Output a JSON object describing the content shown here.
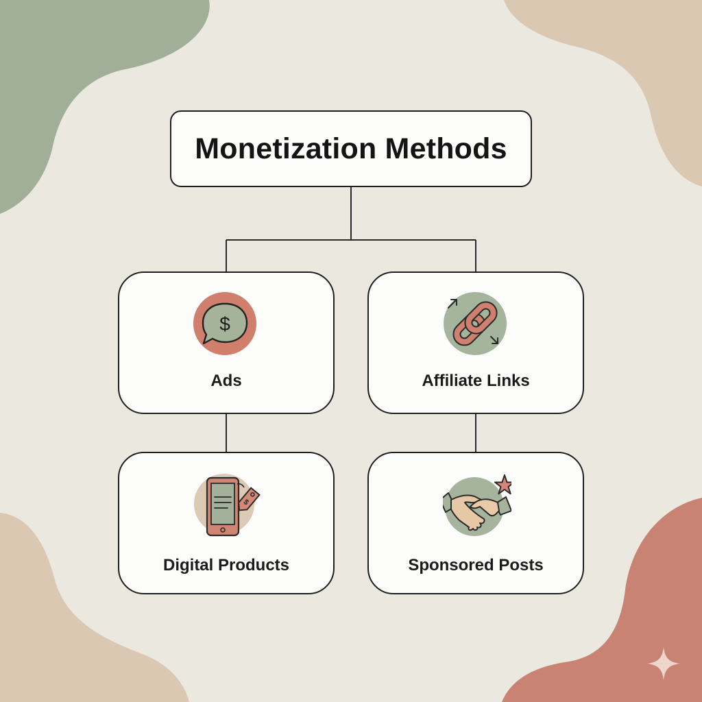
{
  "title": "Monetization Methods",
  "methods": [
    {
      "label": "Ads",
      "icon": "dollar-speech-bubble-icon"
    },
    {
      "label": "Affiliate Links",
      "icon": "chain-link-icon"
    },
    {
      "label": "Digital Products",
      "icon": "tablet-price-tag-icon"
    },
    {
      "label": "Sponsored Posts",
      "icon": "handshake-star-icon"
    }
  ],
  "colors": {
    "background": "#ebe8e0",
    "sage": "#9fae95",
    "sand": "#d9c6b0",
    "terracotta": "#c9806f",
    "card_fill": "#fcfcfb",
    "outline": "#1e1e1e"
  }
}
